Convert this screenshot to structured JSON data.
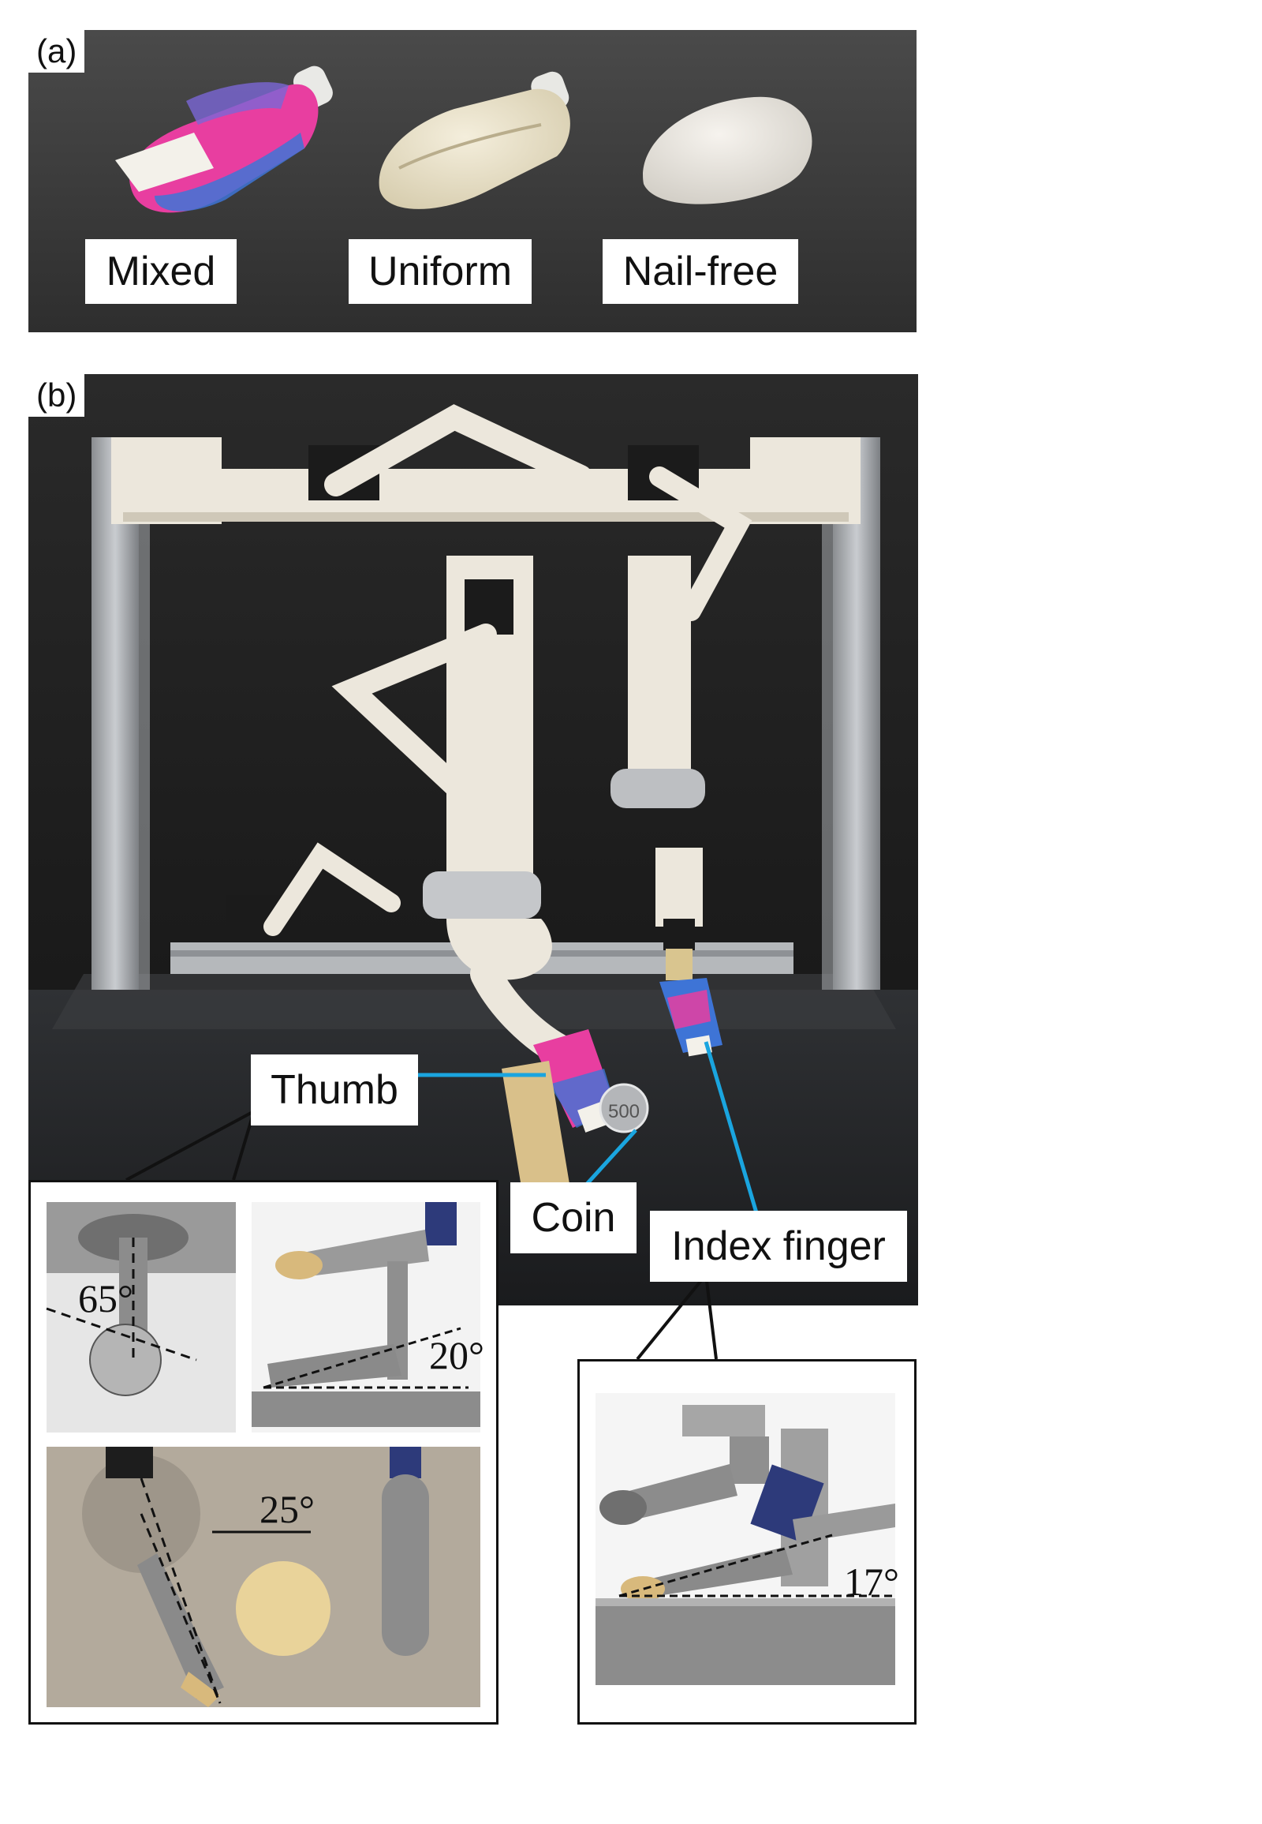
{
  "panel_a": {
    "letter": "(a)",
    "labels": [
      "Mixed",
      "Uniform",
      "Nail-free"
    ]
  },
  "panel_b": {
    "letter": "(b)",
    "callouts": {
      "thumb": "Thumb",
      "coin": "Coin",
      "index": "Index finger"
    },
    "coin_text": "500",
    "angles": {
      "a65": "65°",
      "a20": "20°",
      "a25": "25°",
      "a17": "17°"
    }
  },
  "colors": {
    "callout_line": "#1aa5df",
    "pink": "#e83ea0",
    "blue": "#3e74d6",
    "frame": "#ece7dc",
    "coin": "#ecd59a"
  }
}
